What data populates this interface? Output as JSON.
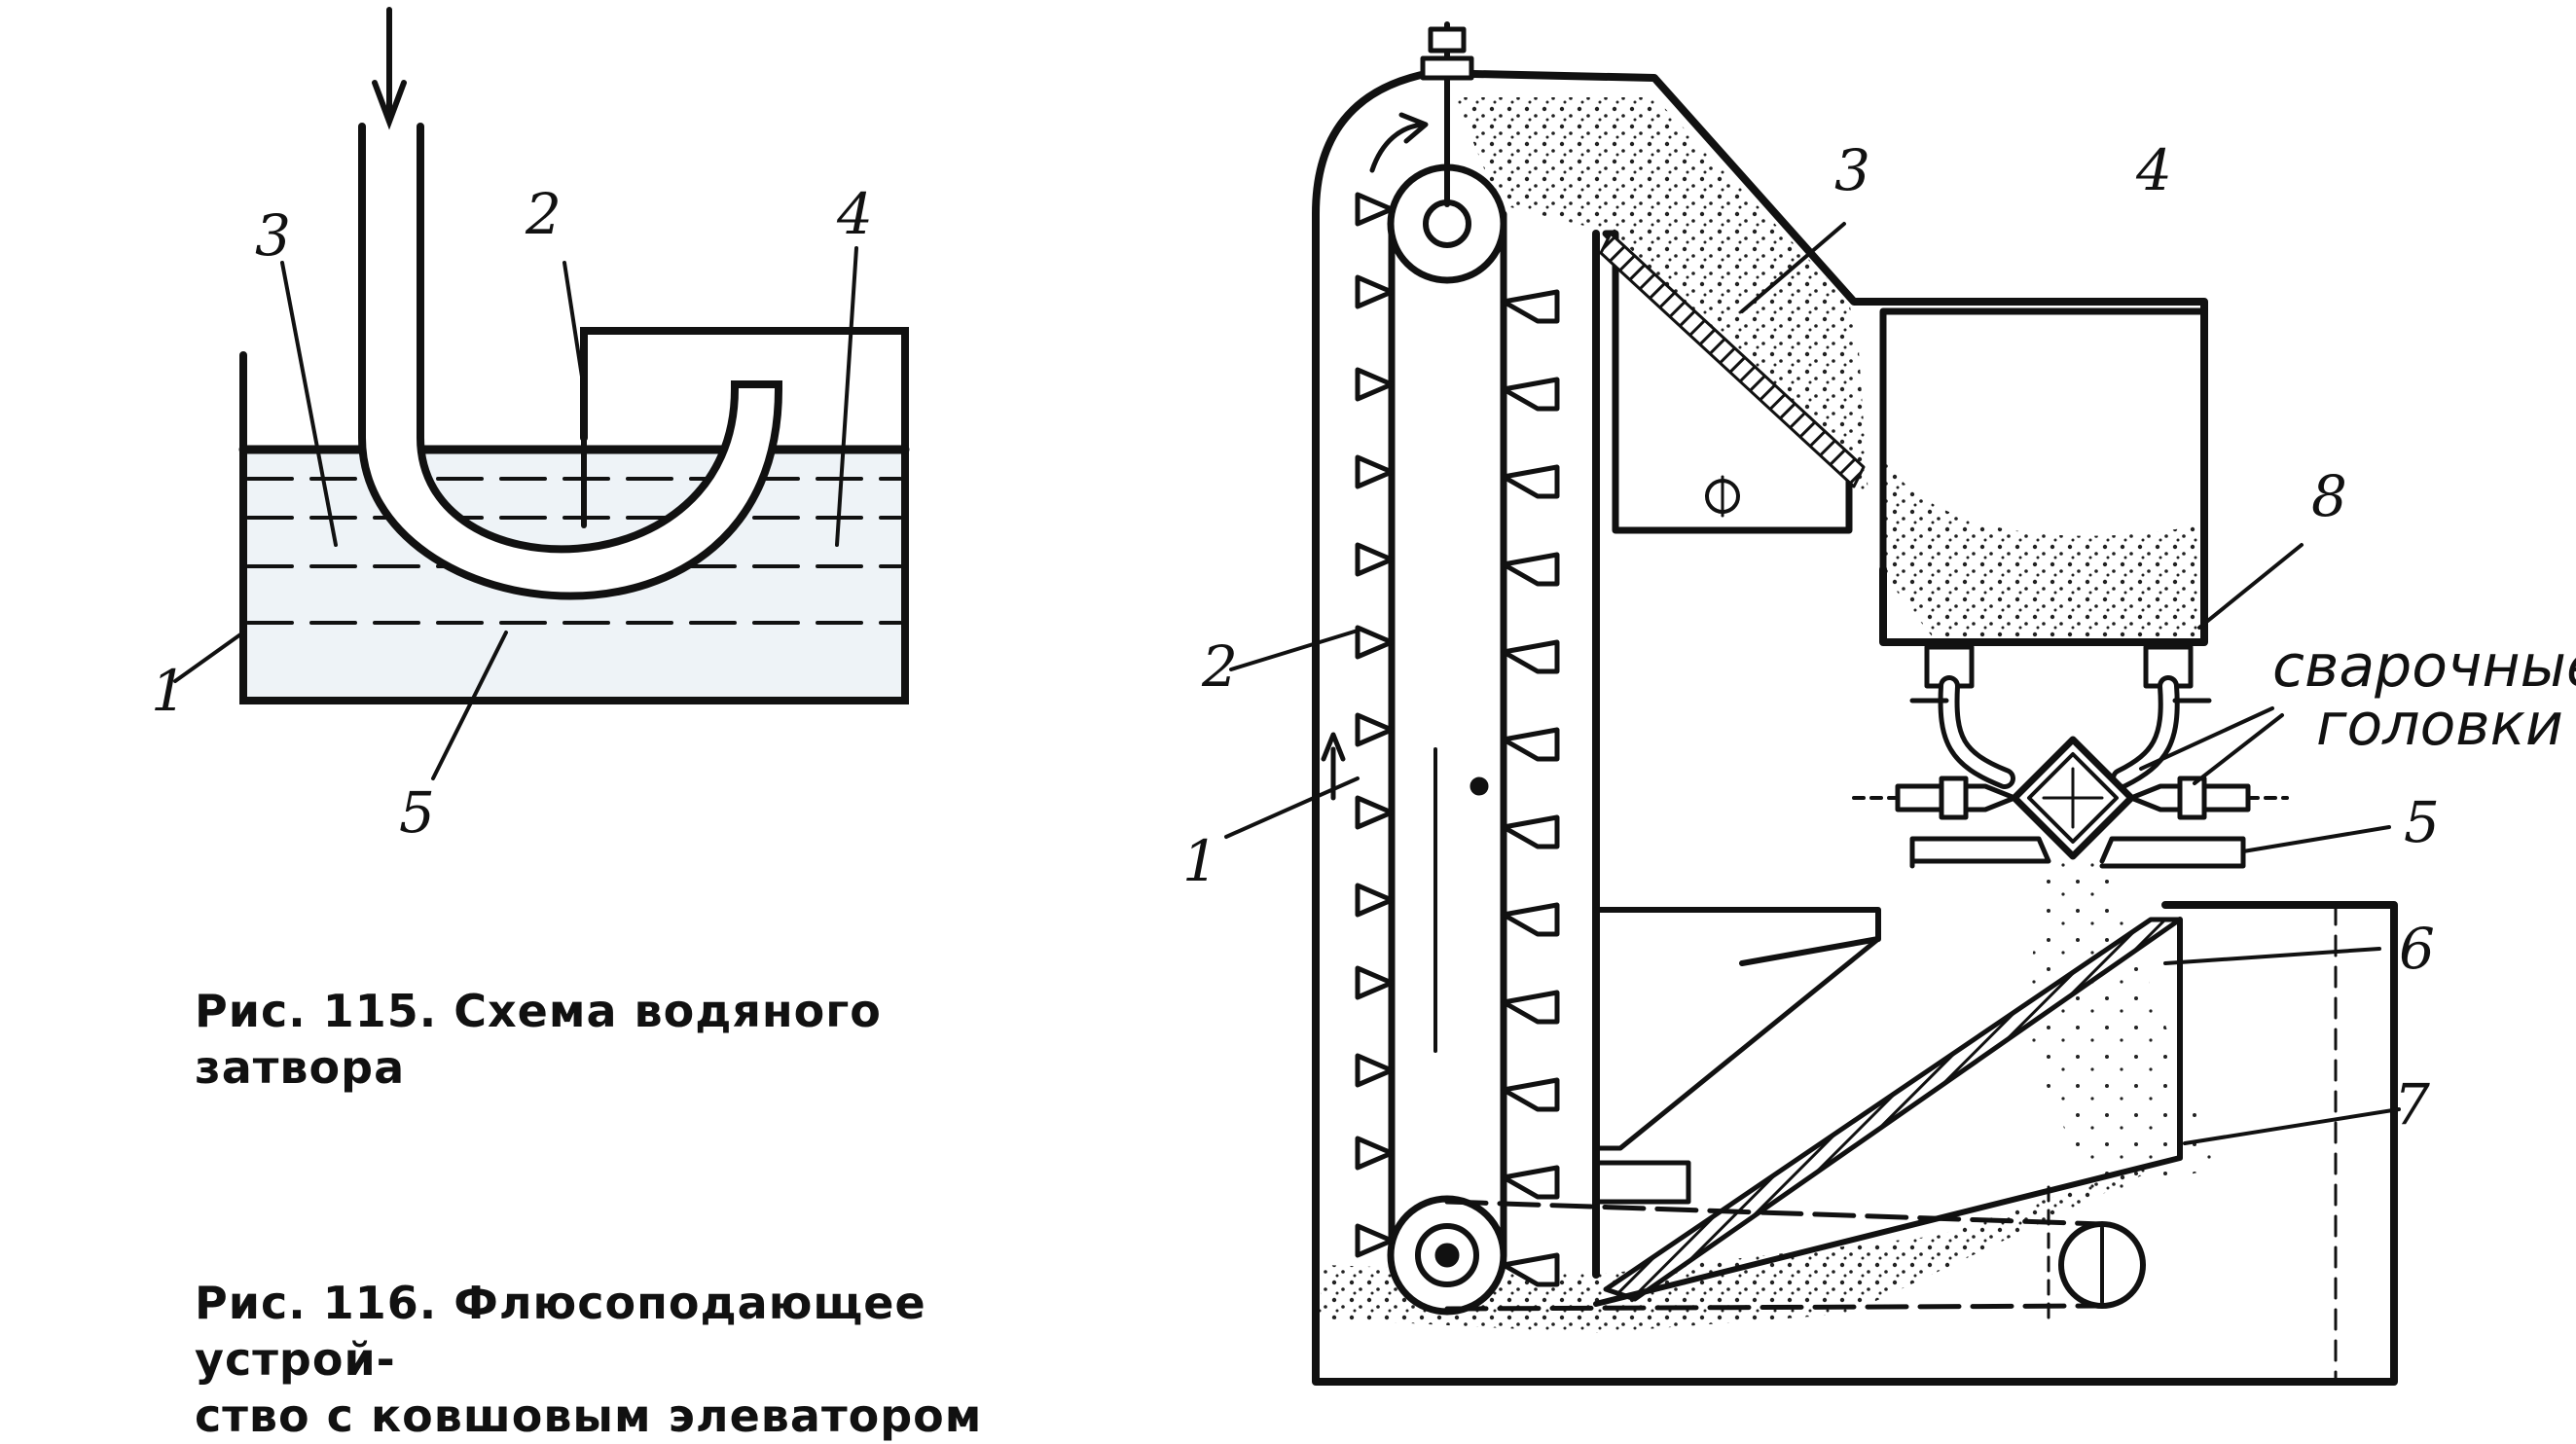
{
  "figure_115": {
    "caption": "Рис. 115. Схема водяного затвора",
    "labels": {
      "l1": "1",
      "l2": "2",
      "l3": "3",
      "l4": "4",
      "l5": "5"
    }
  },
  "figure_116": {
    "caption_line1": "Рис. 116. Флюсоподающее устрой-",
    "caption_line2": "ство с ковшовым элеватором",
    "labels": {
      "l1": "1",
      "l2": "2",
      "l3": "3",
      "l4": "4",
      "l5": "5",
      "l6": "6",
      "l7": "7",
      "l8": "8"
    },
    "welding_heads_label_line1": "сварочные",
    "welding_heads_label_line2": "головки"
  }
}
